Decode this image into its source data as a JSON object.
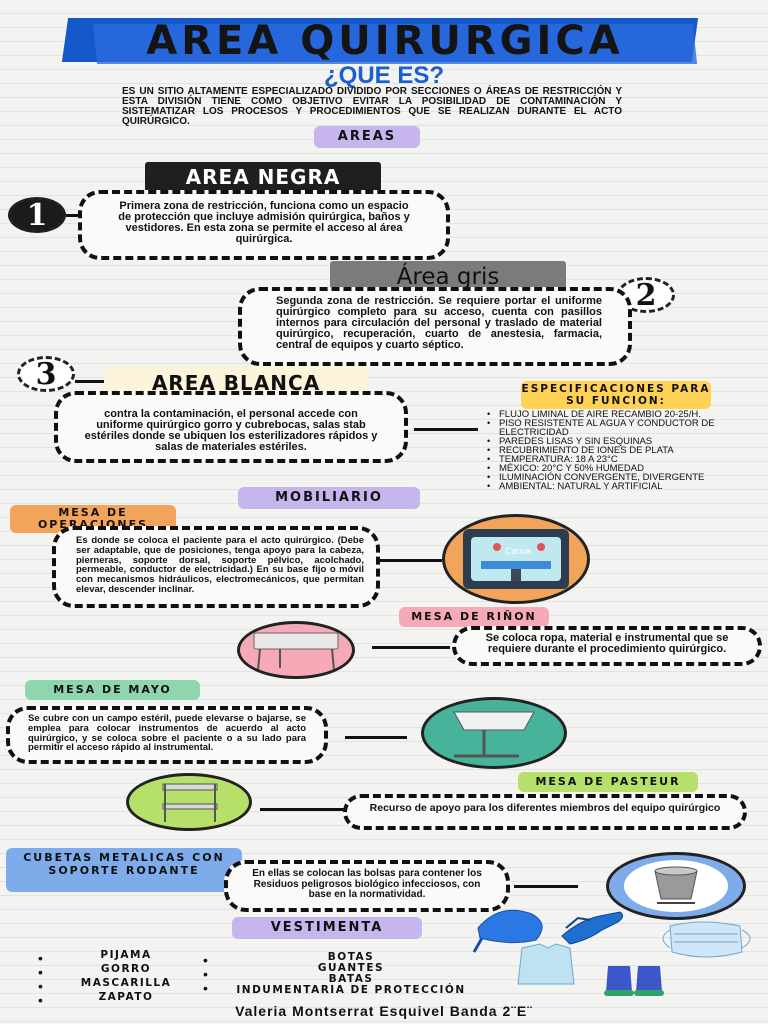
{
  "header": {
    "title": "AREA QUIRURGICA",
    "subtitle": "¿QUE ES?",
    "intro": "ES UN SITIO ALTAMENTE ESPECIALIZADO DIVIDIDO POR SECCIONES O ÁREAS DE RESTRICCIÓN Y ESTA DIVISIÓN TIENE COMO OBJETIVO EVITAR LA POSIBILIDAD DE CONTAMINACIÓN Y SISTEMATIZAR LOS PROCESOS Y PROCEDIMIENTOS QUE SE REALIZAN DURANTE EL ACTO QUIRÚRGICO."
  },
  "areas": {
    "heading": "AREAS",
    "negra": {
      "number": "1",
      "title": "AREA NEGRA",
      "text": "Primera zona de restricción, funciona como un espacio de protección que incluye admisión quirúrgica, baños y vestidores. En esta zona se permite el acceso al área quirúrgica."
    },
    "gris": {
      "number": "2",
      "title": "Área gris",
      "text": "Segunda zona de restricción. Se requiere portar el uniforme quirúrgico completo para su acceso, cuenta con pasillos internos para circulación del personal y traslado de material quirúrgico, recuperación, cuarto de anestesia, farmacia, central de equipos y cuarto séptico."
    },
    "blanca": {
      "number": "3",
      "title": "AREA BLANCA",
      "text": "contra la contaminación, el personal accede con uniforme quirúrgico gorro y cubrebocas, salas stab estériles donde se ubiquen los esterilizadores rápidos y salas de materiales estériles."
    }
  },
  "specs": {
    "heading": "ESPECIFICACIONES PARA SU FUNCION:",
    "items": [
      "FLUJO LIMINAL DE AIRE RECAMBIO 20-25/H.",
      "PISO RESISTENTE AL AGUA Y CONDUCTOR DE ELECTRICIDAD",
      "PAREDES LISAS Y SIN ESQUINAS",
      "RECUBRIMIENTO DE IONES DE PLATA",
      "TEMPERATURA: 18 A 23°C",
      "MÉXICO: 20°C Y 50% HUMEDAD",
      "ILUMINACIÓN CONVERGENTE, DIVERGENTE",
      "AMBIENTAL: NATURAL Y ARTIFICIAL"
    ]
  },
  "mobiliario": {
    "heading": "MOBILIARIO",
    "operaciones": {
      "label": "MESA DE OPERACIONES",
      "text": "Es donde se coloca el paciente para el acto quirúrgico. (Debe ser adaptable, que de posiciones, tenga apoyo para la cabeza, pierneras, soporte dorsal, soporte pélvico, acolchado, permeable, conductor de electricidad.) En su base fijo o móvil con mecanismos hidráulicos, electromecánicos, que permitan elevar, descender inclinar.",
      "image_caption": "Canva"
    },
    "rinon": {
      "label": "MESA DE RIÑON",
      "text": "Se coloca ropa, material e instrumental que se requiere durante el procedimiento quirúrgico."
    },
    "mayo": {
      "label": "MESA DE MAYO",
      "text": "Se cubre con un campo estéril, puede elevarse o bajarse, se emplea para colocar instrumentos de acuerdo al acto quirúrgico, y se coloca sobre el paciente o a su lado para permitir el acceso rápido al instrumental."
    },
    "pasteur": {
      "label": "MESA DE PASTEUR",
      "text": "Recurso de apoyo para los diferentes miembros del equipo quirúrgico"
    },
    "cubetas": {
      "label": "CUBETAS METALICAS CON SOPORTE RODANTE",
      "text": "En ellas se colocan las bolsas para contener los Residuos peligrosos biológico infecciosos, con base en la normatividad."
    }
  },
  "vestimenta": {
    "heading": "VESTIMENTA",
    "left": [
      "PIJAMA",
      "GORRO",
      "MASCARILLA",
      "ZAPATO"
    ],
    "right": [
      "BOTAS",
      "GUANTES",
      "BATAS",
      "INDUMENTARIA DE PROTECCIÓN"
    ]
  },
  "author": "Valeria Montserrat Esquivel Banda 2¨E¨",
  "colors": {
    "title_blue": "#1457c9",
    "subtitle_blue": "#1a5fd0",
    "pill_purple": "#c7b5ee",
    "pill_yellow": "#ffd157",
    "pill_orange": "#f3a45b",
    "pill_pink": "#f6aab7",
    "pill_green": "#8fd6ae",
    "pill_lime": "#b6e06a",
    "pill_blue": "#7eabe9",
    "black_tab": "#1f1f1f",
    "gray_tab": "#7b7b7b",
    "cream_tab": "#fbf3da",
    "teal": "#47b39a"
  }
}
